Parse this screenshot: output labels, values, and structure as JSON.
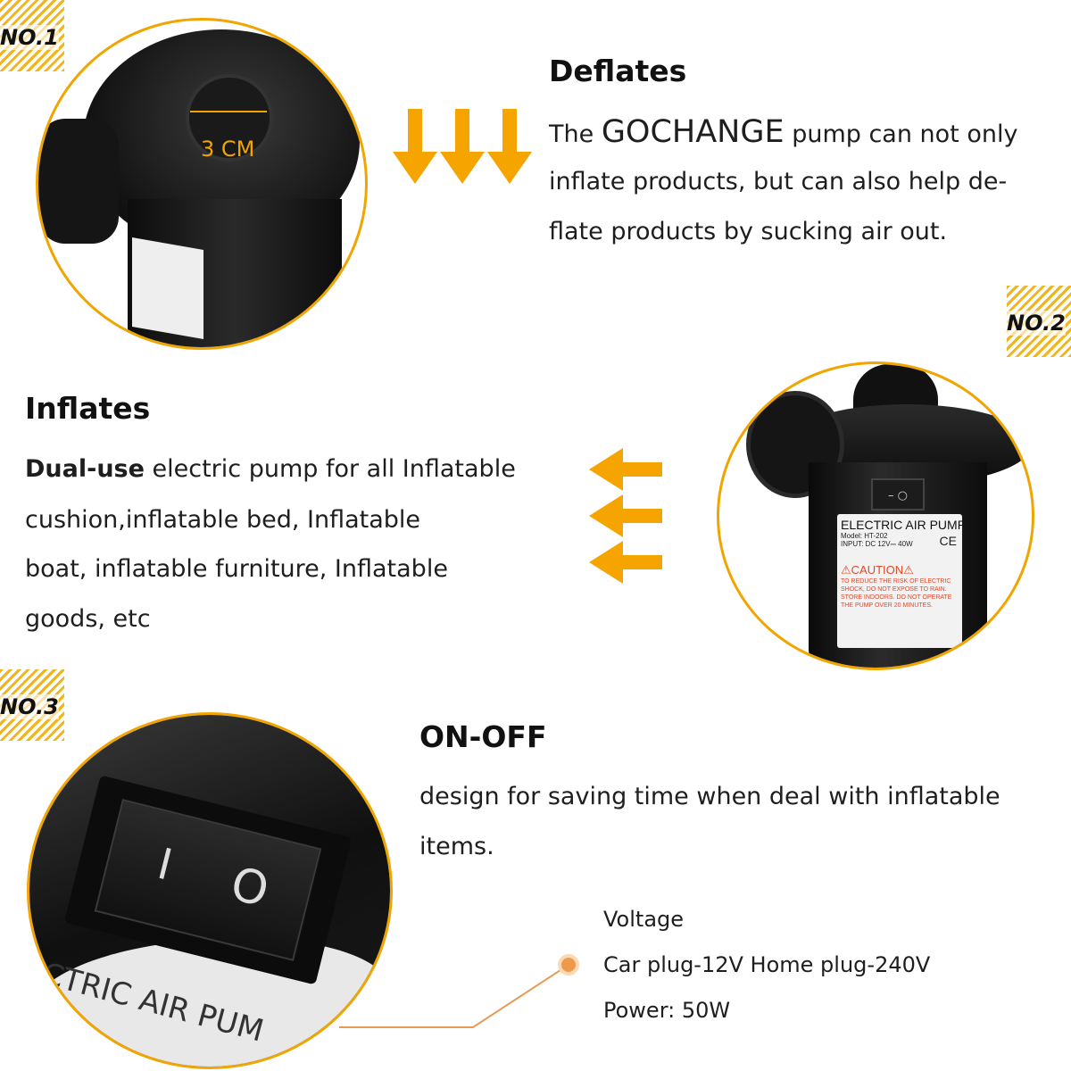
{
  "badges": [
    "NO.1",
    "NO.2",
    "NO.3"
  ],
  "accent_color": "#f0a500",
  "deflates": {
    "title": "Deflates",
    "brand": "GOCHANGE",
    "lines": [
      "The ",
      " pump can not only",
      "inflate products, but can also help de-",
      "flate products by sucking air out."
    ],
    "measure_label": "3 CM"
  },
  "inflates": {
    "title": "Inflates",
    "bold_lead": "Dual-use",
    "lines": [
      " electric pump for all Inflatable",
      "cushion,inflatable bed,  Inflatable",
      "boat, inflatable furniture, Inflatable",
      "goods, etc"
    ]
  },
  "pump_label": {
    "title": "ELECTRIC AIR PUMP",
    "model": "Model: HT-202",
    "input": "INPUT: DC 12V⎓ 40W",
    "ce": "CE",
    "caution": "⚠CAUTION⚠",
    "warning": "TO REDUCE THE RISK OF ELECTRIC SHOCK, DO NOT EXPOSE TO RAIN. STORE INDOORS. DO NOT OPERATE THE PUMP OVER 20 MINUTES."
  },
  "onoff": {
    "title": "ON-OFF",
    "lines": [
      "design for saving time when deal with inflatable",
      "items."
    ],
    "switch_off": "I",
    "switch_on": "O",
    "curved_label": "CTRIC AIR PUM"
  },
  "specs": {
    "lines": [
      "Voltage",
      "Car plug-12V Home plug-240V",
      "Power: 50W"
    ]
  }
}
